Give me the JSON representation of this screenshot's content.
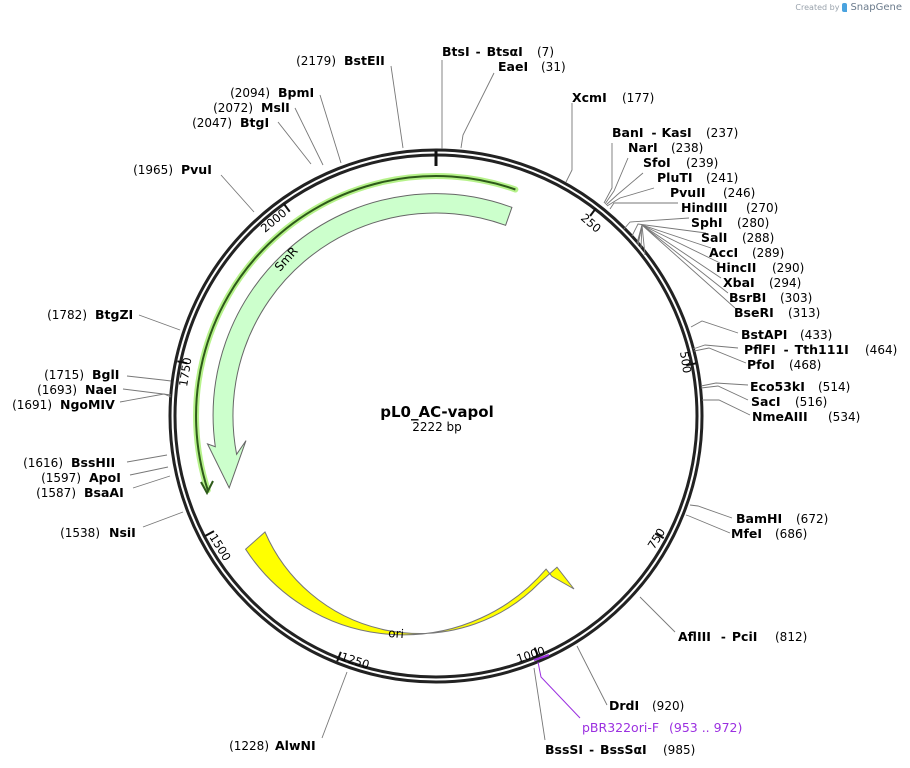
{
  "credit": {
    "created_by": "Created by",
    "brand": "SnapGene"
  },
  "plasmid": {
    "name": "pL0_AC-vapol",
    "length_label": "2222 bp",
    "length": 2222
  },
  "ticks": [
    "250",
    "500",
    "750",
    "1000",
    "1250",
    "1500",
    "1750",
    "2000"
  ],
  "features": [
    {
      "name": "SmR",
      "color": "#ccffcc",
      "direction": "reverse"
    },
    {
      "name": "ori",
      "color": "#ffff00",
      "direction": "forward"
    }
  ],
  "primer": {
    "name": "pBR322ori-F",
    "range": "(953 .. 972)",
    "color": "#9b30e0"
  },
  "enzymes_right": [
    {
      "name": "BtsI",
      "name2": "BtsαI",
      "pos": "(7)"
    },
    {
      "name": "EaeI",
      "pos": "(31)"
    },
    {
      "name": "XcmI",
      "pos": "(177)"
    },
    {
      "name": "BanI",
      "name2": "KasI",
      "pos": "(237)"
    },
    {
      "name": "NarI",
      "pos": "(238)"
    },
    {
      "name": "SfoI",
      "pos": "(239)"
    },
    {
      "name": "PluTI",
      "pos": "(241)"
    },
    {
      "name": "PvuII",
      "pos": "(246)"
    },
    {
      "name": "HindIII",
      "pos": "(270)"
    },
    {
      "name": "SphI",
      "pos": "(280)"
    },
    {
      "name": "SalI",
      "pos": "(288)"
    },
    {
      "name": "AccI",
      "pos": "(289)"
    },
    {
      "name": "HincII",
      "pos": "(290)"
    },
    {
      "name": "XbaI",
      "pos": "(294)"
    },
    {
      "name": "BsrBI",
      "pos": "(303)"
    },
    {
      "name": "BseRI",
      "pos": "(313)"
    },
    {
      "name": "BstAPI",
      "pos": "(433)"
    },
    {
      "name": "PflFI",
      "name2": "Tth111I",
      "pos": "(464)"
    },
    {
      "name": "PfoI",
      "pos": "(468)"
    },
    {
      "name": "Eco53kI",
      "pos": "(514)"
    },
    {
      "name": "SacI",
      "pos": "(516)"
    },
    {
      "name": "NmeAIII",
      "pos": "(534)"
    },
    {
      "name": "BamHI",
      "pos": "(672)"
    },
    {
      "name": "MfeI",
      "pos": "(686)"
    },
    {
      "name": "AflIII",
      "name2": "PciI",
      "pos": "(812)"
    },
    {
      "name": "DrdI",
      "pos": "(920)"
    },
    {
      "name": "BssSI",
      "name2": "BssSαI",
      "pos": "(985)"
    }
  ],
  "enzymes_left": [
    {
      "name": "AlwNI",
      "pos": "(1228)"
    },
    {
      "name": "NsiI",
      "pos": "(1538)"
    },
    {
      "name": "BsaAI",
      "pos": "(1587)"
    },
    {
      "name": "ApoI",
      "pos": "(1597)"
    },
    {
      "name": "BssHII",
      "pos": "(1616)"
    },
    {
      "name": "NgoMIV",
      "pos": "(1691)"
    },
    {
      "name": "NaeI",
      "pos": "(1693)"
    },
    {
      "name": "BglI",
      "pos": "(1715)"
    },
    {
      "name": "BtgZI",
      "pos": "(1782)"
    },
    {
      "name": "PvuI",
      "pos": "(1965)"
    },
    {
      "name": "BtgI",
      "pos": "(2047)"
    },
    {
      "name": "MslI",
      "pos": "(2072)"
    },
    {
      "name": "BpmI",
      "pos": "(2094)"
    },
    {
      "name": "BstEII",
      "pos": "(2179)"
    }
  ]
}
